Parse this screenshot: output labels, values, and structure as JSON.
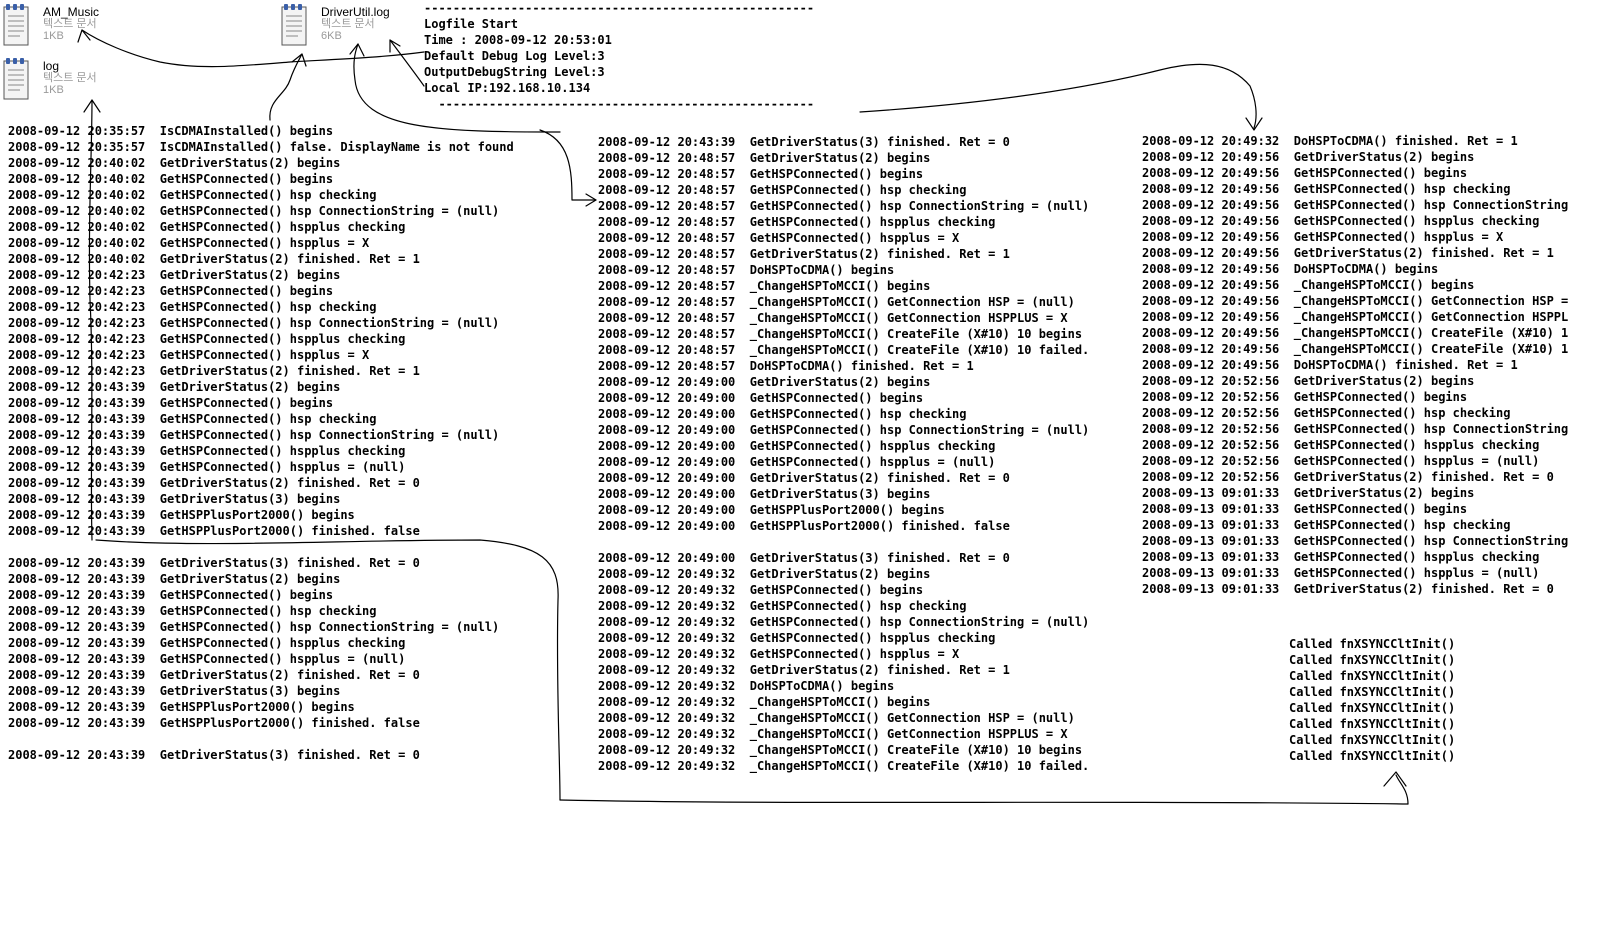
{
  "files": [
    {
      "name": "AM_Music",
      "type": "텍스트 문서",
      "size": "1KB"
    },
    {
      "name": "DriverUtil.log",
      "type": "텍스트 문서",
      "size": "6KB"
    },
    {
      "name": "log",
      "type": "텍스트 문서",
      "size": "1KB"
    }
  ],
  "header": [
    "------------------------------------------------------",
    "Logfile Start",
    "Time : 2008-09-12 20:53:01",
    "Default Debug Log Level:3",
    "OutputDebugString Level:3",
    "Local IP:192.168.10.134",
    "  ----------------------------------------------------"
  ],
  "col_a": [
    "2008-09-12 20:35:57  IsCDMAInstalled() begins",
    "2008-09-12 20:35:57  IsCDMAInstalled() false. DisplayName is not found",
    "2008-09-12 20:40:02  GetDriverStatus(2) begins",
    "2008-09-12 20:40:02  GetHSPConnected() begins",
    "2008-09-12 20:40:02  GetHSPConnected() hsp checking",
    "2008-09-12 20:40:02  GetHSPConnected() hsp ConnectionString = (null)",
    "2008-09-12 20:40:02  GetHSPConnected() hspplus checking",
    "2008-09-12 20:40:02  GetHSPConnected() hspplus = X",
    "2008-09-12 20:40:02  GetDriverStatus(2) finished. Ret = 1",
    "2008-09-12 20:42:23  GetDriverStatus(2) begins",
    "2008-09-12 20:42:23  GetHSPConnected() begins",
    "2008-09-12 20:42:23  GetHSPConnected() hsp checking",
    "2008-09-12 20:42:23  GetHSPConnected() hsp ConnectionString = (null)",
    "2008-09-12 20:42:23  GetHSPConnected() hspplus checking",
    "2008-09-12 20:42:23  GetHSPConnected() hspplus = X",
    "2008-09-12 20:42:23  GetDriverStatus(2) finished. Ret = 1",
    "2008-09-12 20:43:39  GetDriverStatus(2) begins",
    "2008-09-12 20:43:39  GetHSPConnected() begins",
    "2008-09-12 20:43:39  GetHSPConnected() hsp checking",
    "2008-09-12 20:43:39  GetHSPConnected() hsp ConnectionString = (null)",
    "2008-09-12 20:43:39  GetHSPConnected() hspplus checking",
    "2008-09-12 20:43:39  GetHSPConnected() hspplus = (null)",
    "2008-09-12 20:43:39  GetDriverStatus(2) finished. Ret = 0",
    "2008-09-12 20:43:39  GetDriverStatus(3) begins",
    "2008-09-12 20:43:39  GetHSPPlusPort2000() begins",
    "2008-09-12 20:43:39  GetHSPPlusPort2000() finished. false",
    "",
    "2008-09-12 20:43:39  GetDriverStatus(3) finished. Ret = 0",
    "2008-09-12 20:43:39  GetDriverStatus(2) begins",
    "2008-09-12 20:43:39  GetHSPConnected() begins",
    "2008-09-12 20:43:39  GetHSPConnected() hsp checking",
    "2008-09-12 20:43:39  GetHSPConnected() hsp ConnectionString = (null)",
    "2008-09-12 20:43:39  GetHSPConnected() hspplus checking",
    "2008-09-12 20:43:39  GetHSPConnected() hspplus = (null)",
    "2008-09-12 20:43:39  GetDriverStatus(2) finished. Ret = 0",
    "2008-09-12 20:43:39  GetDriverStatus(3) begins",
    "2008-09-12 20:43:39  GetHSPPlusPort2000() begins",
    "2008-09-12 20:43:39  GetHSPPlusPort2000() finished. false",
    "",
    "2008-09-12 20:43:39  GetDriverStatus(3) finished. Ret = 0"
  ],
  "col_b": [
    "2008-09-12 20:43:39  GetDriverStatus(3) finished. Ret = 0",
    "2008-09-12 20:48:57  GetDriverStatus(2) begins",
    "2008-09-12 20:48:57  GetHSPConnected() begins",
    "2008-09-12 20:48:57  GetHSPConnected() hsp checking",
    "2008-09-12 20:48:57  GetHSPConnected() hsp ConnectionString = (null)",
    "2008-09-12 20:48:57  GetHSPConnected() hspplus checking",
    "2008-09-12 20:48:57  GetHSPConnected() hspplus = X",
    "2008-09-12 20:48:57  GetDriverStatus(2) finished. Ret = 1",
    "2008-09-12 20:48:57  DoHSPToCDMA() begins",
    "2008-09-12 20:48:57  _ChangeHSPToMCCI() begins",
    "2008-09-12 20:48:57  _ChangeHSPToMCCI() GetConnection HSP = (null)",
    "2008-09-12 20:48:57  _ChangeHSPToMCCI() GetConnection HSPPLUS = X",
    "2008-09-12 20:48:57  _ChangeHSPToMCCI() CreateFile (X#10) 10 begins",
    "2008-09-12 20:48:57  _ChangeHSPToMCCI() CreateFile (X#10) 10 failed.",
    "2008-09-12 20:48:57  DoHSPToCDMA() finished. Ret = 1",
    "2008-09-12 20:49:00  GetDriverStatus(2) begins",
    "2008-09-12 20:49:00  GetHSPConnected() begins",
    "2008-09-12 20:49:00  GetHSPConnected() hsp checking",
    "2008-09-12 20:49:00  GetHSPConnected() hsp ConnectionString = (null)",
    "2008-09-12 20:49:00  GetHSPConnected() hspplus checking",
    "2008-09-12 20:49:00  GetHSPConnected() hspplus = (null)",
    "2008-09-12 20:49:00  GetDriverStatus(2) finished. Ret = 0",
    "2008-09-12 20:49:00  GetDriverStatus(3) begins",
    "2008-09-12 20:49:00  GetHSPPlusPort2000() begins",
    "2008-09-12 20:49:00  GetHSPPlusPort2000() finished. false",
    "",
    "2008-09-12 20:49:00  GetDriverStatus(3) finished. Ret = 0",
    "2008-09-12 20:49:32  GetDriverStatus(2) begins",
    "2008-09-12 20:49:32  GetHSPConnected() begins",
    "2008-09-12 20:49:32  GetHSPConnected() hsp checking",
    "2008-09-12 20:49:32  GetHSPConnected() hsp ConnectionString = (null)",
    "2008-09-12 20:49:32  GetHSPConnected() hspplus checking",
    "2008-09-12 20:49:32  GetHSPConnected() hspplus = X",
    "2008-09-12 20:49:32  GetDriverStatus(2) finished. Ret = 1",
    "2008-09-12 20:49:32  DoHSPToCDMA() begins",
    "2008-09-12 20:49:32  _ChangeHSPToMCCI() begins",
    "2008-09-12 20:49:32  _ChangeHSPToMCCI() GetConnection HSP = (null)",
    "2008-09-12 20:49:32  _ChangeHSPToMCCI() GetConnection HSPPLUS = X",
    "2008-09-12 20:49:32  _ChangeHSPToMCCI() CreateFile (X#10) 10 begins",
    "2008-09-12 20:49:32  _ChangeHSPToMCCI() CreateFile (X#10) 10 failed."
  ],
  "col_c": [
    "2008-09-12 20:49:32  DoHSPToCDMA() finished. Ret = 1",
    "2008-09-12 20:49:56  GetDriverStatus(2) begins",
    "2008-09-12 20:49:56  GetHSPConnected() begins",
    "2008-09-12 20:49:56  GetHSPConnected() hsp checking",
    "2008-09-12 20:49:56  GetHSPConnected() hsp ConnectionString",
    "2008-09-12 20:49:56  GetHSPConnected() hspplus checking",
    "2008-09-12 20:49:56  GetHSPConnected() hspplus = X",
    "2008-09-12 20:49:56  GetDriverStatus(2) finished. Ret = 1",
    "2008-09-12 20:49:56  DoHSPToCDMA() begins",
    "2008-09-12 20:49:56  _ChangeHSPToMCCI() begins",
    "2008-09-12 20:49:56  _ChangeHSPToMCCI() GetConnection HSP =",
    "2008-09-12 20:49:56  _ChangeHSPToMCCI() GetConnection HSPPL",
    "2008-09-12 20:49:56  _ChangeHSPToMCCI() CreateFile (X#10) 1",
    "2008-09-12 20:49:56  _ChangeHSPToMCCI() CreateFile (X#10) 1",
    "2008-09-12 20:49:56  DoHSPToCDMA() finished. Ret = 1",
    "2008-09-12 20:52:56  GetDriverStatus(2) begins",
    "2008-09-12 20:52:56  GetHSPConnected() begins",
    "2008-09-12 20:52:56  GetHSPConnected() hsp checking",
    "2008-09-12 20:52:56  GetHSPConnected() hsp ConnectionString",
    "2008-09-12 20:52:56  GetHSPConnected() hspplus checking",
    "2008-09-12 20:52:56  GetHSPConnected() hspplus = (null)",
    "2008-09-12 20:52:56  GetDriverStatus(2) finished. Ret = 0",
    "2008-09-13 09:01:33  GetDriverStatus(2) begins",
    "2008-09-13 09:01:33  GetHSPConnected() begins",
    "2008-09-13 09:01:33  GetHSPConnected() hsp checking",
    "2008-09-13 09:01:33  GetHSPConnected() hsp ConnectionString",
    "2008-09-13 09:01:33  GetHSPConnected() hspplus checking",
    "2008-09-13 09:01:33  GetHSPConnected() hspplus = (null)",
    "2008-09-13 09:01:33  GetDriverStatus(2) finished. Ret = 0"
  ],
  "col_d": [
    "Called fnXSYNCCltInit()",
    "Called fnXSYNCCltInit()",
    "Called fnXSYNCCltInit()",
    "Called fnXSYNCCltInit()",
    "Called fnXSYNCCltInit()",
    "Called fnXSYNCCltInit()",
    "Called fnXSYNCCltInit()",
    "Called fnXSYNCCltInit()"
  ]
}
